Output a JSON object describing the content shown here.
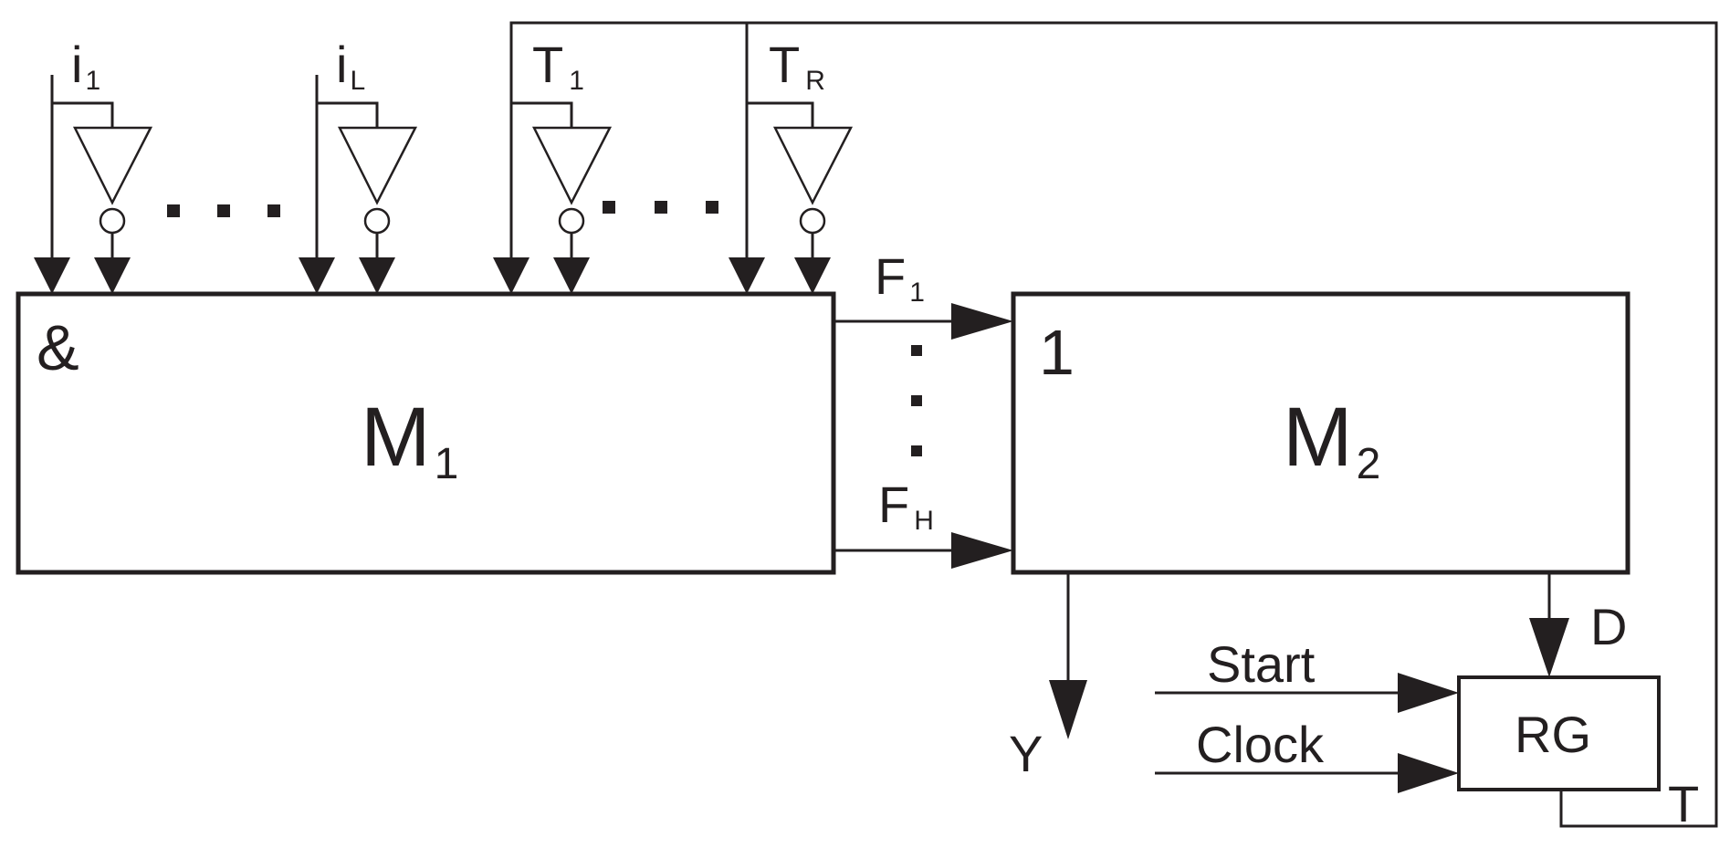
{
  "inputs": {
    "i1": {
      "base": "i",
      "sub": "1"
    },
    "iL": {
      "base": "i",
      "sub": "L"
    },
    "T1": {
      "base": "T",
      "sub": "1"
    },
    "TR": {
      "base": "T",
      "sub": "R"
    }
  },
  "m1": {
    "symbol": "&",
    "base": "M",
    "sub": "1"
  },
  "m2": {
    "symbol": "1",
    "base": "M",
    "sub": "2"
  },
  "signals": {
    "F1": {
      "base": "F",
      "sub": "1"
    },
    "FH": {
      "base": "F",
      "sub": "H"
    },
    "Y": "Y",
    "D": "D",
    "T": "T",
    "start": "Start",
    "clock": "Clock"
  },
  "rg": {
    "label": "RG"
  }
}
